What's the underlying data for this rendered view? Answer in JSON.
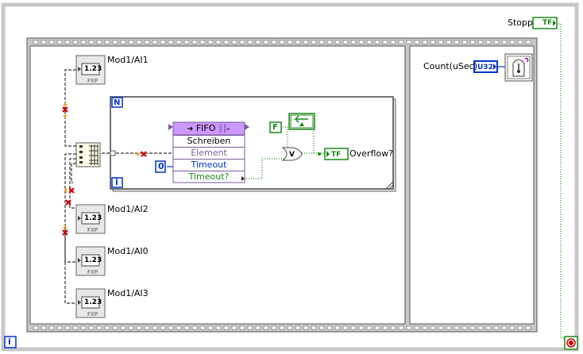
{
  "loop": {
    "stop_label": "Stopp",
    "stop_type": "TF",
    "iter_label": "i"
  },
  "channels": [
    {
      "name": "Mod1/AI1",
      "display": "1.23",
      "subtext": "FXP"
    },
    {
      "name": "Mod1/AI2",
      "display": "1.23",
      "subtext": "FXP"
    },
    {
      "name": "Mod1/AI0",
      "display": "1.23",
      "subtext": "FXP"
    },
    {
      "name": "Mod1/AI3",
      "display": "1.23",
      "subtext": "FXP"
    }
  ],
  "for_loop": {
    "count_label": "N",
    "iter_label": "i"
  },
  "fifo": {
    "title": "FIFO",
    "method": "Schreiben",
    "element": "Element",
    "timeout": "Timeout",
    "timeout_out": "Timeout?"
  },
  "constants": {
    "timeout_value": "0",
    "false_value": "F"
  },
  "or_gate": "V",
  "overflow": {
    "type": "TF",
    "label": "Overflow?"
  },
  "count": {
    "label": "Count(uSec)",
    "type": "U32"
  },
  "colors": {
    "frame": "#c8c8c8",
    "boolean_wire": "#1a8a1a",
    "numeric_wire": "#0033cc",
    "fifo_purple": "#cc99ff",
    "error": "#cc0000"
  }
}
